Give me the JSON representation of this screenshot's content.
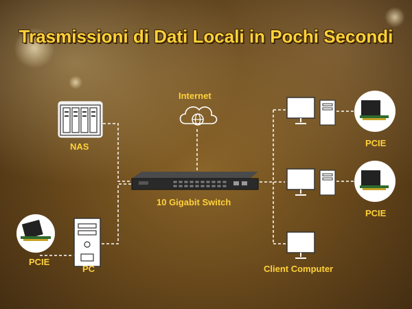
{
  "title": "Trasmissioni di Dati Locali in Pochi Secondi",
  "labels": {
    "internet": "Internet",
    "nas": "NAS",
    "switch": "10 Gigabit Switch",
    "pc": "PC",
    "pcie_left": "PCIE",
    "pcie_right_top": "PCIE",
    "pcie_right_bottom": "PCIE",
    "client_computer": "Client Computer"
  },
  "icons": [
    "cloud-globe-icon",
    "nas-icon",
    "switch-icon",
    "pc-tower-icon",
    "monitor-icon",
    "pcie-card-icon"
  ],
  "colors": {
    "title": "#ffd23a",
    "label": "#ffd23a",
    "line": "#ffffff"
  }
}
